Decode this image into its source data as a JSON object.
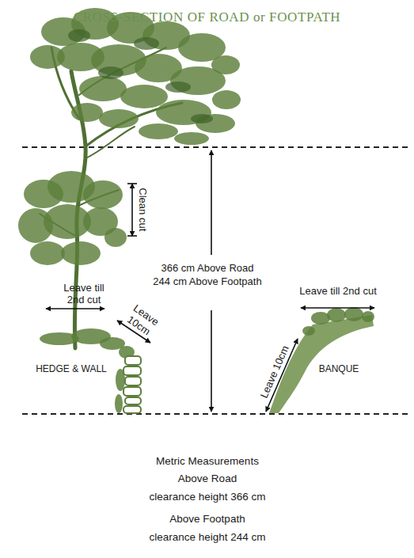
{
  "diagram": {
    "title": "CROSS-SECTION OF ROAD or FOOTPATH",
    "labels": [
      "Clean cut",
      "366 cm Above Road",
      "244 cm Above Footpath",
      "Leave till 2nd cut",
      "Leave 10cm",
      "HEDGE & WALL",
      "Leave till 2nd cut",
      "Leave 10cm",
      "BANQUE",
      "Metric Measurements",
      "Above Road",
      "clearance height 366 cm",
      "Above Footpath",
      "clearance height 244 cm"
    ]
  }
}
